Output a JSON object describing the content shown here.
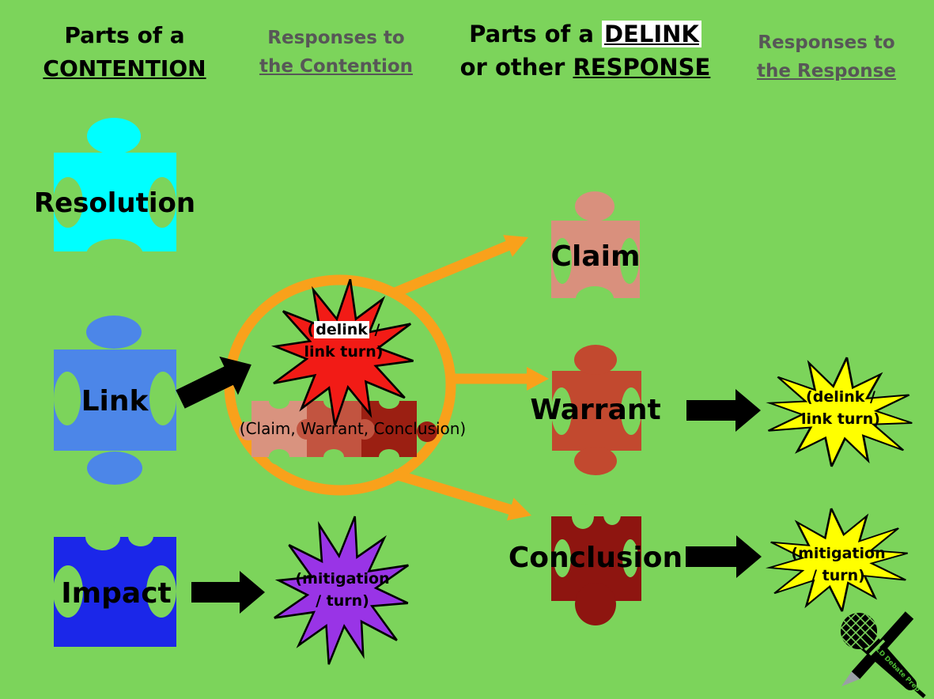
{
  "headers": {
    "col1": {
      "line1": "Parts of a",
      "line2": "CONTENTION"
    },
    "col2": {
      "line1": "Responses to",
      "line2": "the Contention"
    },
    "col3": {
      "line1_pre": "Parts of a ",
      "line1_highlight": "DELINK",
      "line2_pre": "or other ",
      "line2_underline": "RESPONSE"
    },
    "col4": {
      "line1": "Responses to",
      "line2": "the Response"
    }
  },
  "contention": {
    "resolution": "Resolution",
    "link": "Link",
    "impact": "Impact"
  },
  "response": {
    "claim": "Claim",
    "warrant": "Warrant",
    "conclusion": "Conclusion"
  },
  "circle": {
    "burst_line1_pre": "(",
    "burst_line1_highlight": "delink",
    "burst_line1_post": " /",
    "burst_line2": "link turn)",
    "caption": "(Claim, Warrant, Conclusion)"
  },
  "bursts": {
    "warrant_response": {
      "line1": "(delink /",
      "line2": "link turn)"
    },
    "conclusion_response": {
      "line1": "(mitigation",
      "line2": "/ turn)"
    },
    "impact_response": {
      "line1": "(mitigation",
      "line2": "/ turn)"
    }
  },
  "logo": {
    "text": "LD Debate Prep"
  },
  "colors": {
    "background": "#7CD45B",
    "resolution": "#00FFFF",
    "link": "#4C86E8",
    "impact": "#1B27E9",
    "claim": "#D9907D",
    "warrant": "#C2492F",
    "conclusion": "#8E1510",
    "mini_claim": "#D9937F",
    "mini_warrant": "#C25440",
    "mini_conclusion": "#9B1F12",
    "orange": "#F9A11B",
    "red_burst": "#F21B16",
    "yellow_burst": "#FFFF00",
    "purple_burst": "#9934E6",
    "header_gray": "#575757",
    "logo_text_green": "#4DBB33"
  }
}
